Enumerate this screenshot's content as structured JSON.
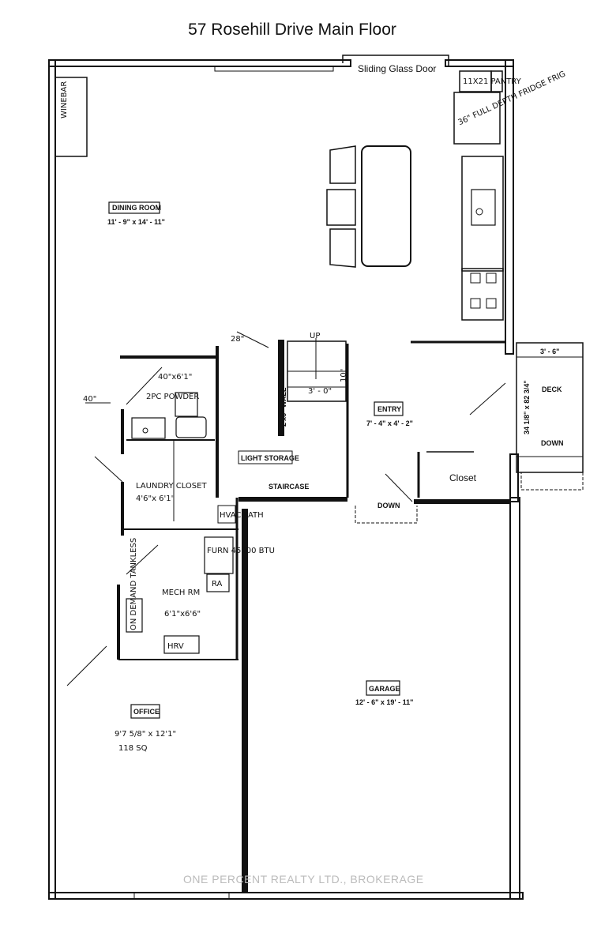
{
  "title": "57 Rosehill Drive Main Floor",
  "labels": {
    "sliding_door": "Sliding Glass Door",
    "pantry": "11X21 PANTRY",
    "fridge": "36\" FULL DEPTH FRIDGE FRIG",
    "winebar": "WINEBAR",
    "dining_room": "DINING ROOM",
    "dining_dims": "11' - 9\" x 14' - 11\"",
    "powder": "2PC POWDER",
    "powder_dims": "40\"x6'1\"",
    "dim_40": "40\"",
    "dim_28": "28\"",
    "wall_label": "2'x6\" WALL",
    "up": "UP",
    "stair_10": "10\"",
    "stair_3": "3' - 0\"",
    "light_storage": "LIGHT STORAGE",
    "staircase": "STAIRCASE",
    "laundry": "LAUNDRY CLOSET",
    "laundry_dims": "4'6\"x 6'1\"",
    "hvac": "HVAC PATH",
    "entry": "ENTRY",
    "entry_dims": "7' - 4\" x 4' - 2\"",
    "deck_width": "3' - 6\"",
    "deck": "DECK",
    "deck_door": "34 1/8\" x 82 3/4\"",
    "deck_down": "DOWN",
    "closet": "Closet",
    "entry_down": "DOWN",
    "furnace": "FURN 45000 BTU",
    "ra": "RA",
    "mech": "MECH RM",
    "mech_dims": "6'1\"x6'6\"",
    "tank": "ON DEMAND TANKLESS",
    "hrv": "HRV",
    "office": "OFFICE",
    "office_dims": "9'7 5/8\" x 12'1\"",
    "office_sq": "118 SQ",
    "garage": "GARAGE",
    "garage_dims": "12' - 6\" x 19' - 11\""
  },
  "watermark": "ONE PERCENT REALTY LTD., BROKERAGE"
}
